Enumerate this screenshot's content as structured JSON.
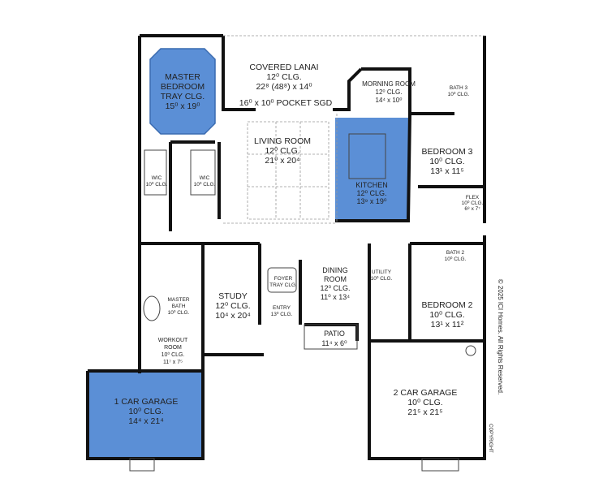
{
  "colors": {
    "highlight": "#5b8fd6",
    "wall": "#111111",
    "background": "#ffffff"
  },
  "rooms": {
    "master_bedroom": {
      "name": "MASTER",
      "name2": "BEDROOM",
      "ceiling": "TRAY CLG.",
      "size": "15⁰ x 19⁰"
    },
    "covered_lanai": {
      "name": "COVERED LANAI",
      "ceiling": "12⁰ CLG.",
      "size": "22⁸ (48⁸) x 14⁰",
      "door": "16⁰ x 10⁰ POCKET SGD"
    },
    "morning_room": {
      "name": "MORNING ROOM",
      "ceiling": "12⁰ CLG.",
      "size": "14⁴ x 10⁰"
    },
    "bath3": {
      "name": "BATH 3",
      "ceiling": "10⁰ CLG."
    },
    "living_room": {
      "name": "LIVING ROOM",
      "ceiling": "12⁰ CLG.",
      "size": "21⁰ x 20⁴"
    },
    "kitchen": {
      "name": "KITCHEN",
      "ceiling": "12⁰ CLG.",
      "size": "13⁹ x 19⁰"
    },
    "bedroom3": {
      "name": "BEDROOM 3",
      "ceiling": "10⁰ CLG.",
      "size": "13¹ x 11⁵"
    },
    "flex": {
      "name": "FLEX",
      "ceiling": "10⁰ CLG.",
      "size": "6⁸ x 7⁷"
    },
    "wic1": {
      "name": "WIC",
      "ceiling": "10⁰ CLG."
    },
    "wic2": {
      "name": "WIC",
      "ceiling": "10⁰ CLG."
    },
    "bath2": {
      "name": "BATH 2",
      "ceiling": "10⁰ CLG."
    },
    "master_bath": {
      "name": "MASTER",
      "name2": "BATH",
      "ceiling": "10⁰ CLG."
    },
    "study": {
      "name": "STUDY",
      "ceiling": "12⁰ CLG.",
      "size": "10⁴ x 20⁴"
    },
    "foyer": {
      "name": "FOYER",
      "ceiling": "TRAY CLG."
    },
    "entry": {
      "name": "ENTRY",
      "ceiling": "13⁰ CLG."
    },
    "dining_room": {
      "name": "DINING",
      "name2": "ROOM",
      "ceiling": "12⁰ CLG.",
      "size": "11⁰ x 13⁴"
    },
    "utility": {
      "name": "UTILITY",
      "ceiling": "10⁰ CLG."
    },
    "patio": {
      "name": "PATIO",
      "size": "11⁴ x 6⁰"
    },
    "bedroom2": {
      "name": "BEDROOM 2",
      "ceiling": "10⁰ CLG.",
      "size": "13¹ x 11²"
    },
    "workout_room": {
      "name": "WORKOUT",
      "name2": "ROOM",
      "ceiling": "10⁰ CLG.",
      "size": "11⁷ x 7⁵"
    },
    "garage1": {
      "name": "1 CAR GARAGE",
      "ceiling": "10⁰ CLG.",
      "size": "14⁴ x 21⁴"
    },
    "garage2": {
      "name": "2 CAR GARAGE",
      "ceiling": "10⁰ CLG.",
      "size": "21⁵ x 21⁵"
    }
  },
  "copyright": "© 2025 ICI Homes. All Rights Reserved.",
  "copyright_stamp": "COPYRIGHT"
}
